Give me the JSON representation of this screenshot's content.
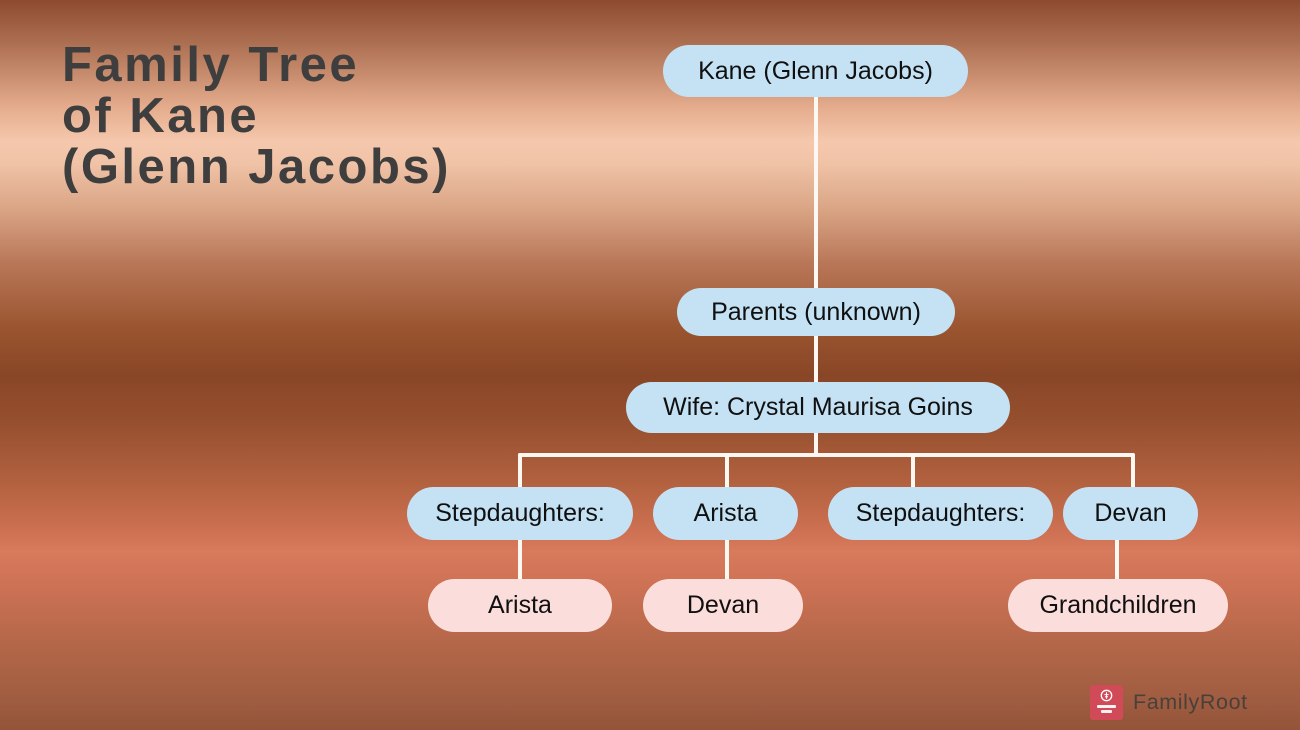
{
  "title": {
    "line1": "Family Tree",
    "line2": "of Kane",
    "line3": "(Glenn Jacobs)"
  },
  "tree": {
    "nodes": {
      "kane": {
        "label": "Kane (Glenn Jacobs)"
      },
      "parents": {
        "label": "Parents (unknown)"
      },
      "wife": {
        "label": "Wife: Crystal Maurisa Goins"
      },
      "stepdaughters_left": {
        "label": "Stepdaughters:"
      },
      "arista_blue": {
        "label": "Arista"
      },
      "stepdaughters_right": {
        "label": "Stepdaughters:"
      },
      "devan_blue": {
        "label": "Devan"
      },
      "arista_pink": {
        "label": "Arista"
      },
      "devan_pink": {
        "label": "Devan"
      },
      "grandchildren": {
        "label": "Grandchildren"
      }
    }
  },
  "branding": {
    "logo_text": "FamilyRoot",
    "logo_icon": "family-tree-badge-icon"
  },
  "colors": {
    "node-blue": "#c4e2f4",
    "node-pink": "#fbdddb",
    "connector": "#fdf8f2",
    "node-text": "#101010",
    "title-text": "#3e3e3e",
    "logo-red": "#d04b57",
    "logo-text": "#4a403a"
  }
}
